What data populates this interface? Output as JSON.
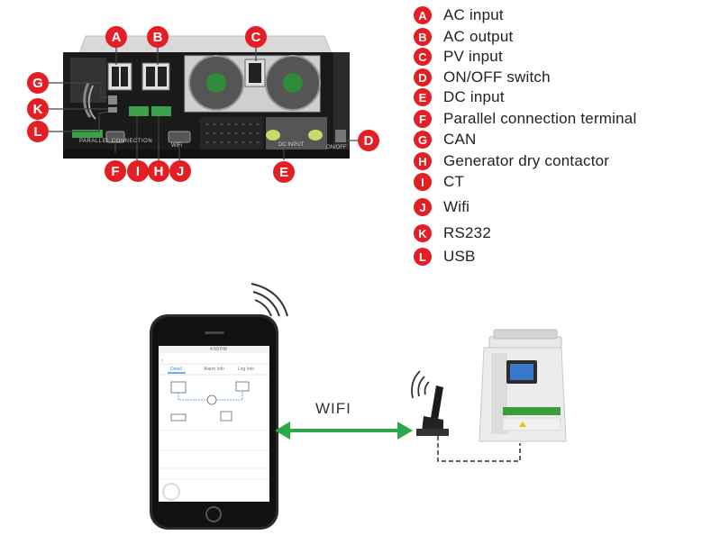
{
  "legend": [
    {
      "letter": "A",
      "text": "AC input"
    },
    {
      "letter": "B",
      "text": "AC output"
    },
    {
      "letter": "C",
      "text": "PV input"
    },
    {
      "letter": "D",
      "text": "ON/OFF switch"
    },
    {
      "letter": "E",
      "text": "DC input"
    },
    {
      "letter": "F",
      "text": "Parallel connection terminal"
    },
    {
      "letter": "G",
      "text": "CAN"
    },
    {
      "letter": "H",
      "text": "Generator dry contactor"
    },
    {
      "letter": "I",
      "text": "CT"
    },
    {
      "letter": "J",
      "text": "Wifi"
    },
    {
      "letter": "K",
      "text": "RS232"
    },
    {
      "letter": "L",
      "text": "USB"
    }
  ],
  "panel": {
    "parallel_label": "PARALLEL CONNECTION",
    "dcin_label": "DC INPUT",
    "onoff_label": "ON/OFF",
    "wifi_port_label": "WiFi"
  },
  "wifi_link_label": "WIFI",
  "phone": {
    "status_time": "4:59 PM",
    "tabs": [
      "Detail",
      "Alarm Info",
      "Log Info"
    ]
  },
  "colors": {
    "badge_red": "#e31e24",
    "arrow_green": "#2aa84a",
    "inverter_green": "#3a9e3f"
  }
}
